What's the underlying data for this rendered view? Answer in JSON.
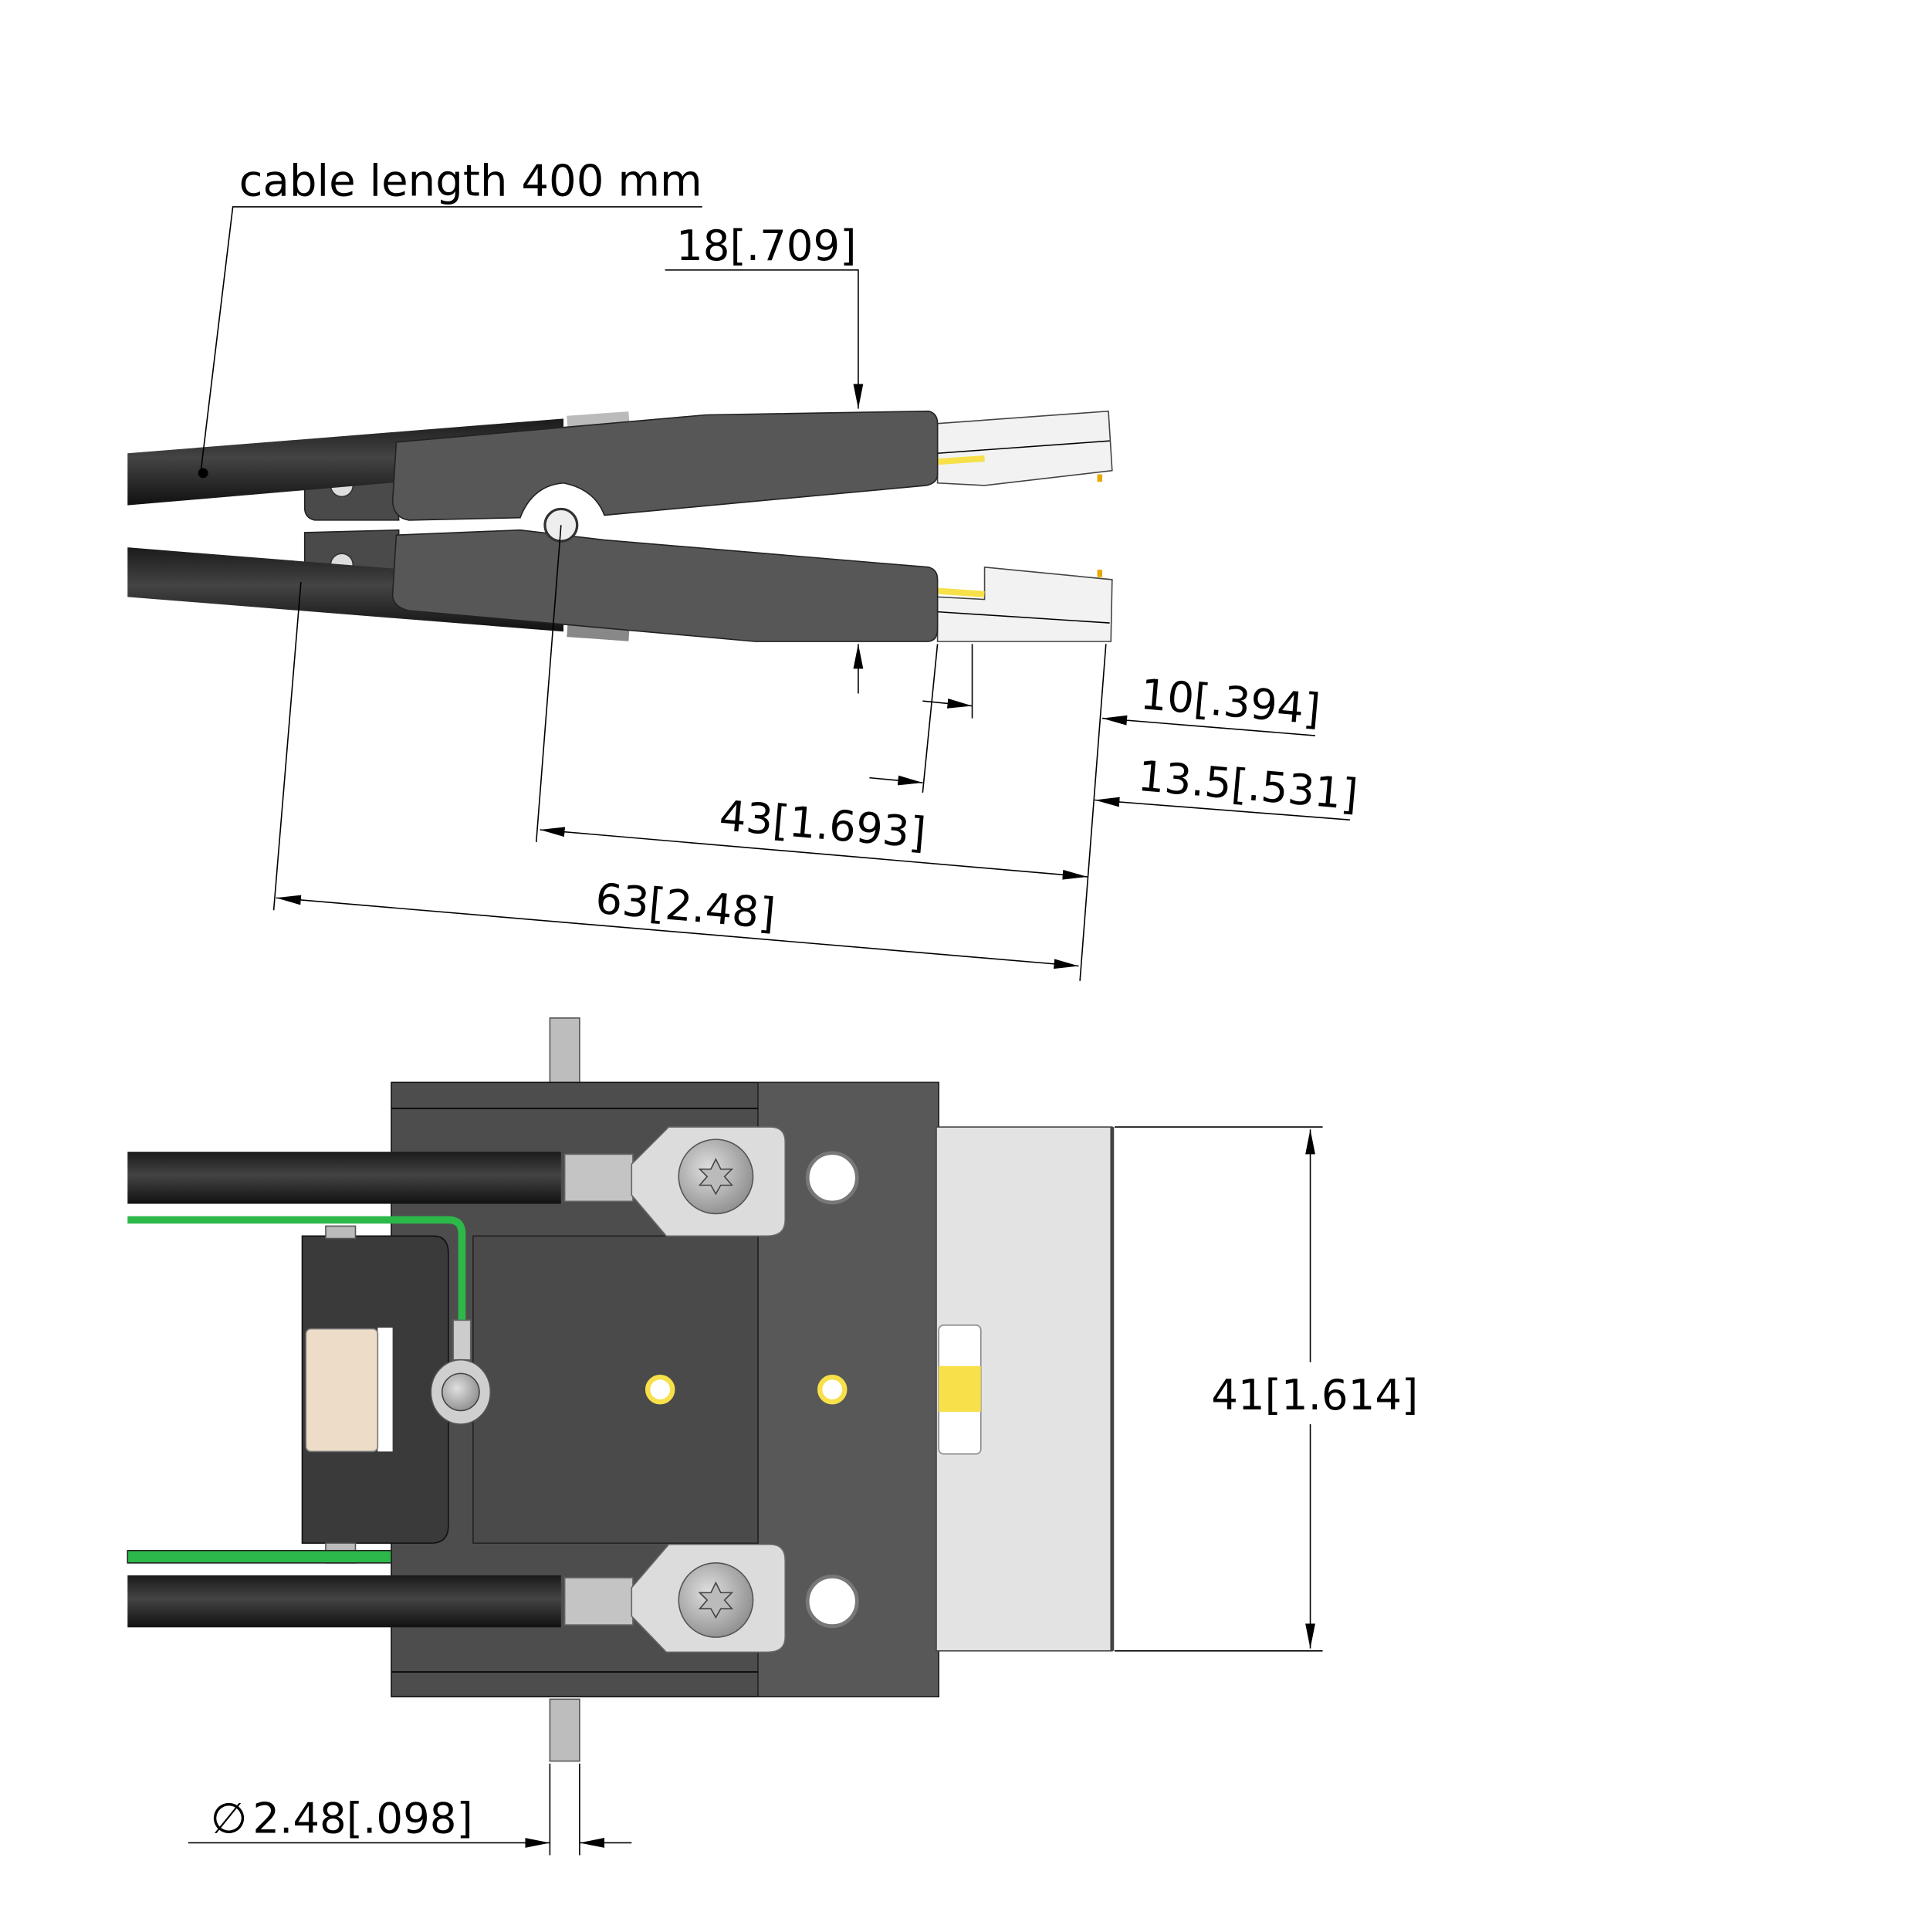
{
  "annotation": {
    "cable_length": "cable length 400 mm"
  },
  "dimensions": {
    "jaw_height": "18[.709]",
    "tip_10": "10[.394]",
    "tip_13_5": "13.5[.531]",
    "pivot_43": "43[1.693]",
    "overall_63": "63[2.48]",
    "width_41": "41[1.614]",
    "pin_diameter_symbol": "∅",
    "pin_diameter": "2.48[.098]"
  },
  "colors": {
    "body": "#4d4d4d",
    "body_light": "#585858",
    "cable": "#262626",
    "connector": "#e3e3e3",
    "wire_green": "#2db84a",
    "contact_yellow": "#f7e04a",
    "roller": "#ecdcc8"
  }
}
